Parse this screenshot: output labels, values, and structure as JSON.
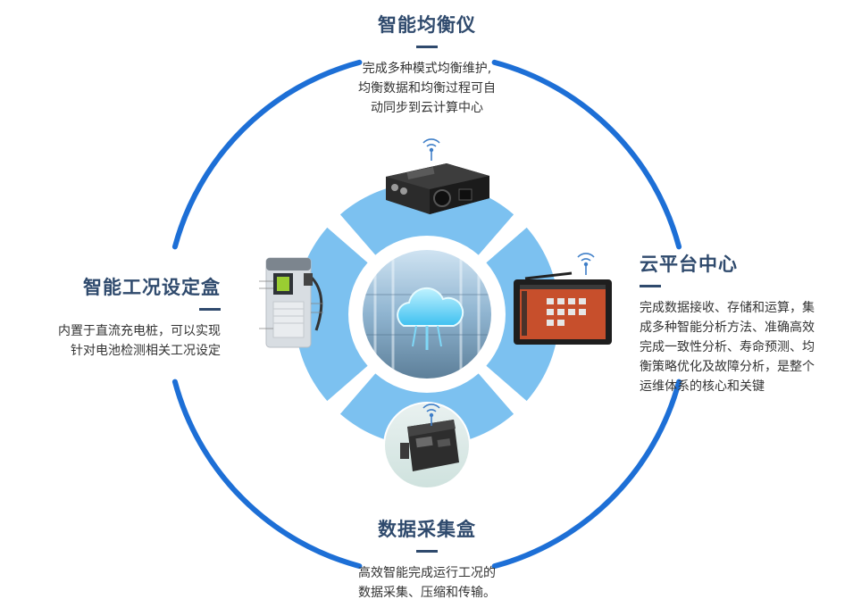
{
  "colors": {
    "ring": "#1d6fd6",
    "segment": "#7cc1f0",
    "title": "#2f4a6d",
    "signal": "#3f7fc8"
  },
  "sections": {
    "top": {
      "title": "智能均衡仪",
      "desc": [
        "完成多种模式均衡维护,",
        "均衡数据和均衡过程可自",
        "动同步到云计算中心"
      ]
    },
    "right": {
      "title": "云平台中心",
      "desc": [
        "完成数据接收、存储和运算，集",
        "成多种智能分析方法、准确高效",
        "完成一致性分析、寿命预测、均",
        "衡策略优化及故障分析，是整个",
        "运维体系的核心和关键"
      ]
    },
    "bottom": {
      "title": "数据采集盒",
      "desc": [
        "高效智能完成运行工况的",
        "数据采集、压缩和传输。"
      ]
    },
    "left": {
      "title": "智能工况设定盒",
      "desc": [
        "内置于直流充电桩，可以实现",
        "针对电池检测相关工况设定"
      ]
    }
  },
  "icons": [
    "wifi-signal-icon",
    "cloud-icon",
    "balancer-device-icon",
    "tablet-device-icon",
    "charging-pile-icon",
    "collector-box-icon"
  ]
}
